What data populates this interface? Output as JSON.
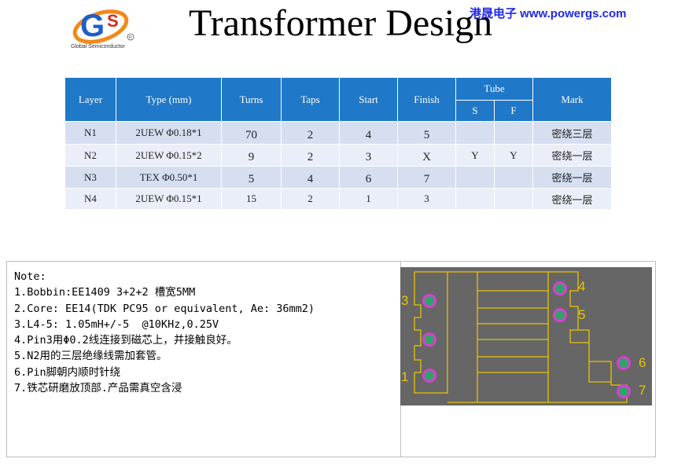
{
  "header": {
    "logo_text": "GS",
    "logo_subtitle": "Global Semiconductor",
    "title": "Transformer Design",
    "brand": "港晟电子 www.powergs.com"
  },
  "table": {
    "headers": {
      "layer": "Layer",
      "type": "Type (mm)",
      "turns": "Turns",
      "taps": "Taps",
      "start": "Start",
      "finish": "Finish",
      "tube": "Tube",
      "tube_s": "S",
      "tube_f": "F",
      "mark": "Mark"
    },
    "rows": [
      {
        "layer": "N1",
        "type": "2UEW Φ0.18*1",
        "turns": "70",
        "taps": "2",
        "start": "4",
        "finish": "5",
        "s": "",
        "f": "",
        "mark": "密绕三层"
      },
      {
        "layer": "N2",
        "type": "2UEW Φ0.15*2",
        "turns": "9",
        "taps": "2",
        "start": "3",
        "finish": "X",
        "s": "Y",
        "f": "Y",
        "mark": "密绕一层"
      },
      {
        "layer": "N3",
        "type": "TEX Φ0.50*1",
        "turns": "5",
        "taps": "4",
        "start": "6",
        "finish": "7",
        "s": "",
        "f": "",
        "mark": "密绕一层"
      },
      {
        "layer": "N4",
        "type": "2UEW Φ0.15*1",
        "turns": "15",
        "taps": "2",
        "start": "1",
        "finish": "3",
        "s": "",
        "f": "",
        "mark": "密绕一层"
      }
    ]
  },
  "notes": {
    "heading": "Note:",
    "items": [
      "1.Bobbin:EE1409 3+2+2 槽宽5MM",
      "2.Core: EE14(TDK PC95 or equivalent, Ae: 36mm2)",
      "3.L4-5: 1.05mH+/-5  @10KHz,0.25V",
      "4.Pin3用Φ0.2线连接到磁芯上，并接触良好。",
      "5.N2用的三层绝缘线需加套管。",
      "6.Pin脚朝内顺时针绕",
      "7.铁芯研磨放顶部.产品需真空含浸"
    ]
  },
  "pcb": {
    "pin_labels": [
      "3",
      "1",
      "4",
      "5",
      "6",
      "7"
    ],
    "colors": {
      "background": "#666666",
      "outline": "#e8c400",
      "pad": "#d93fd0"
    }
  }
}
